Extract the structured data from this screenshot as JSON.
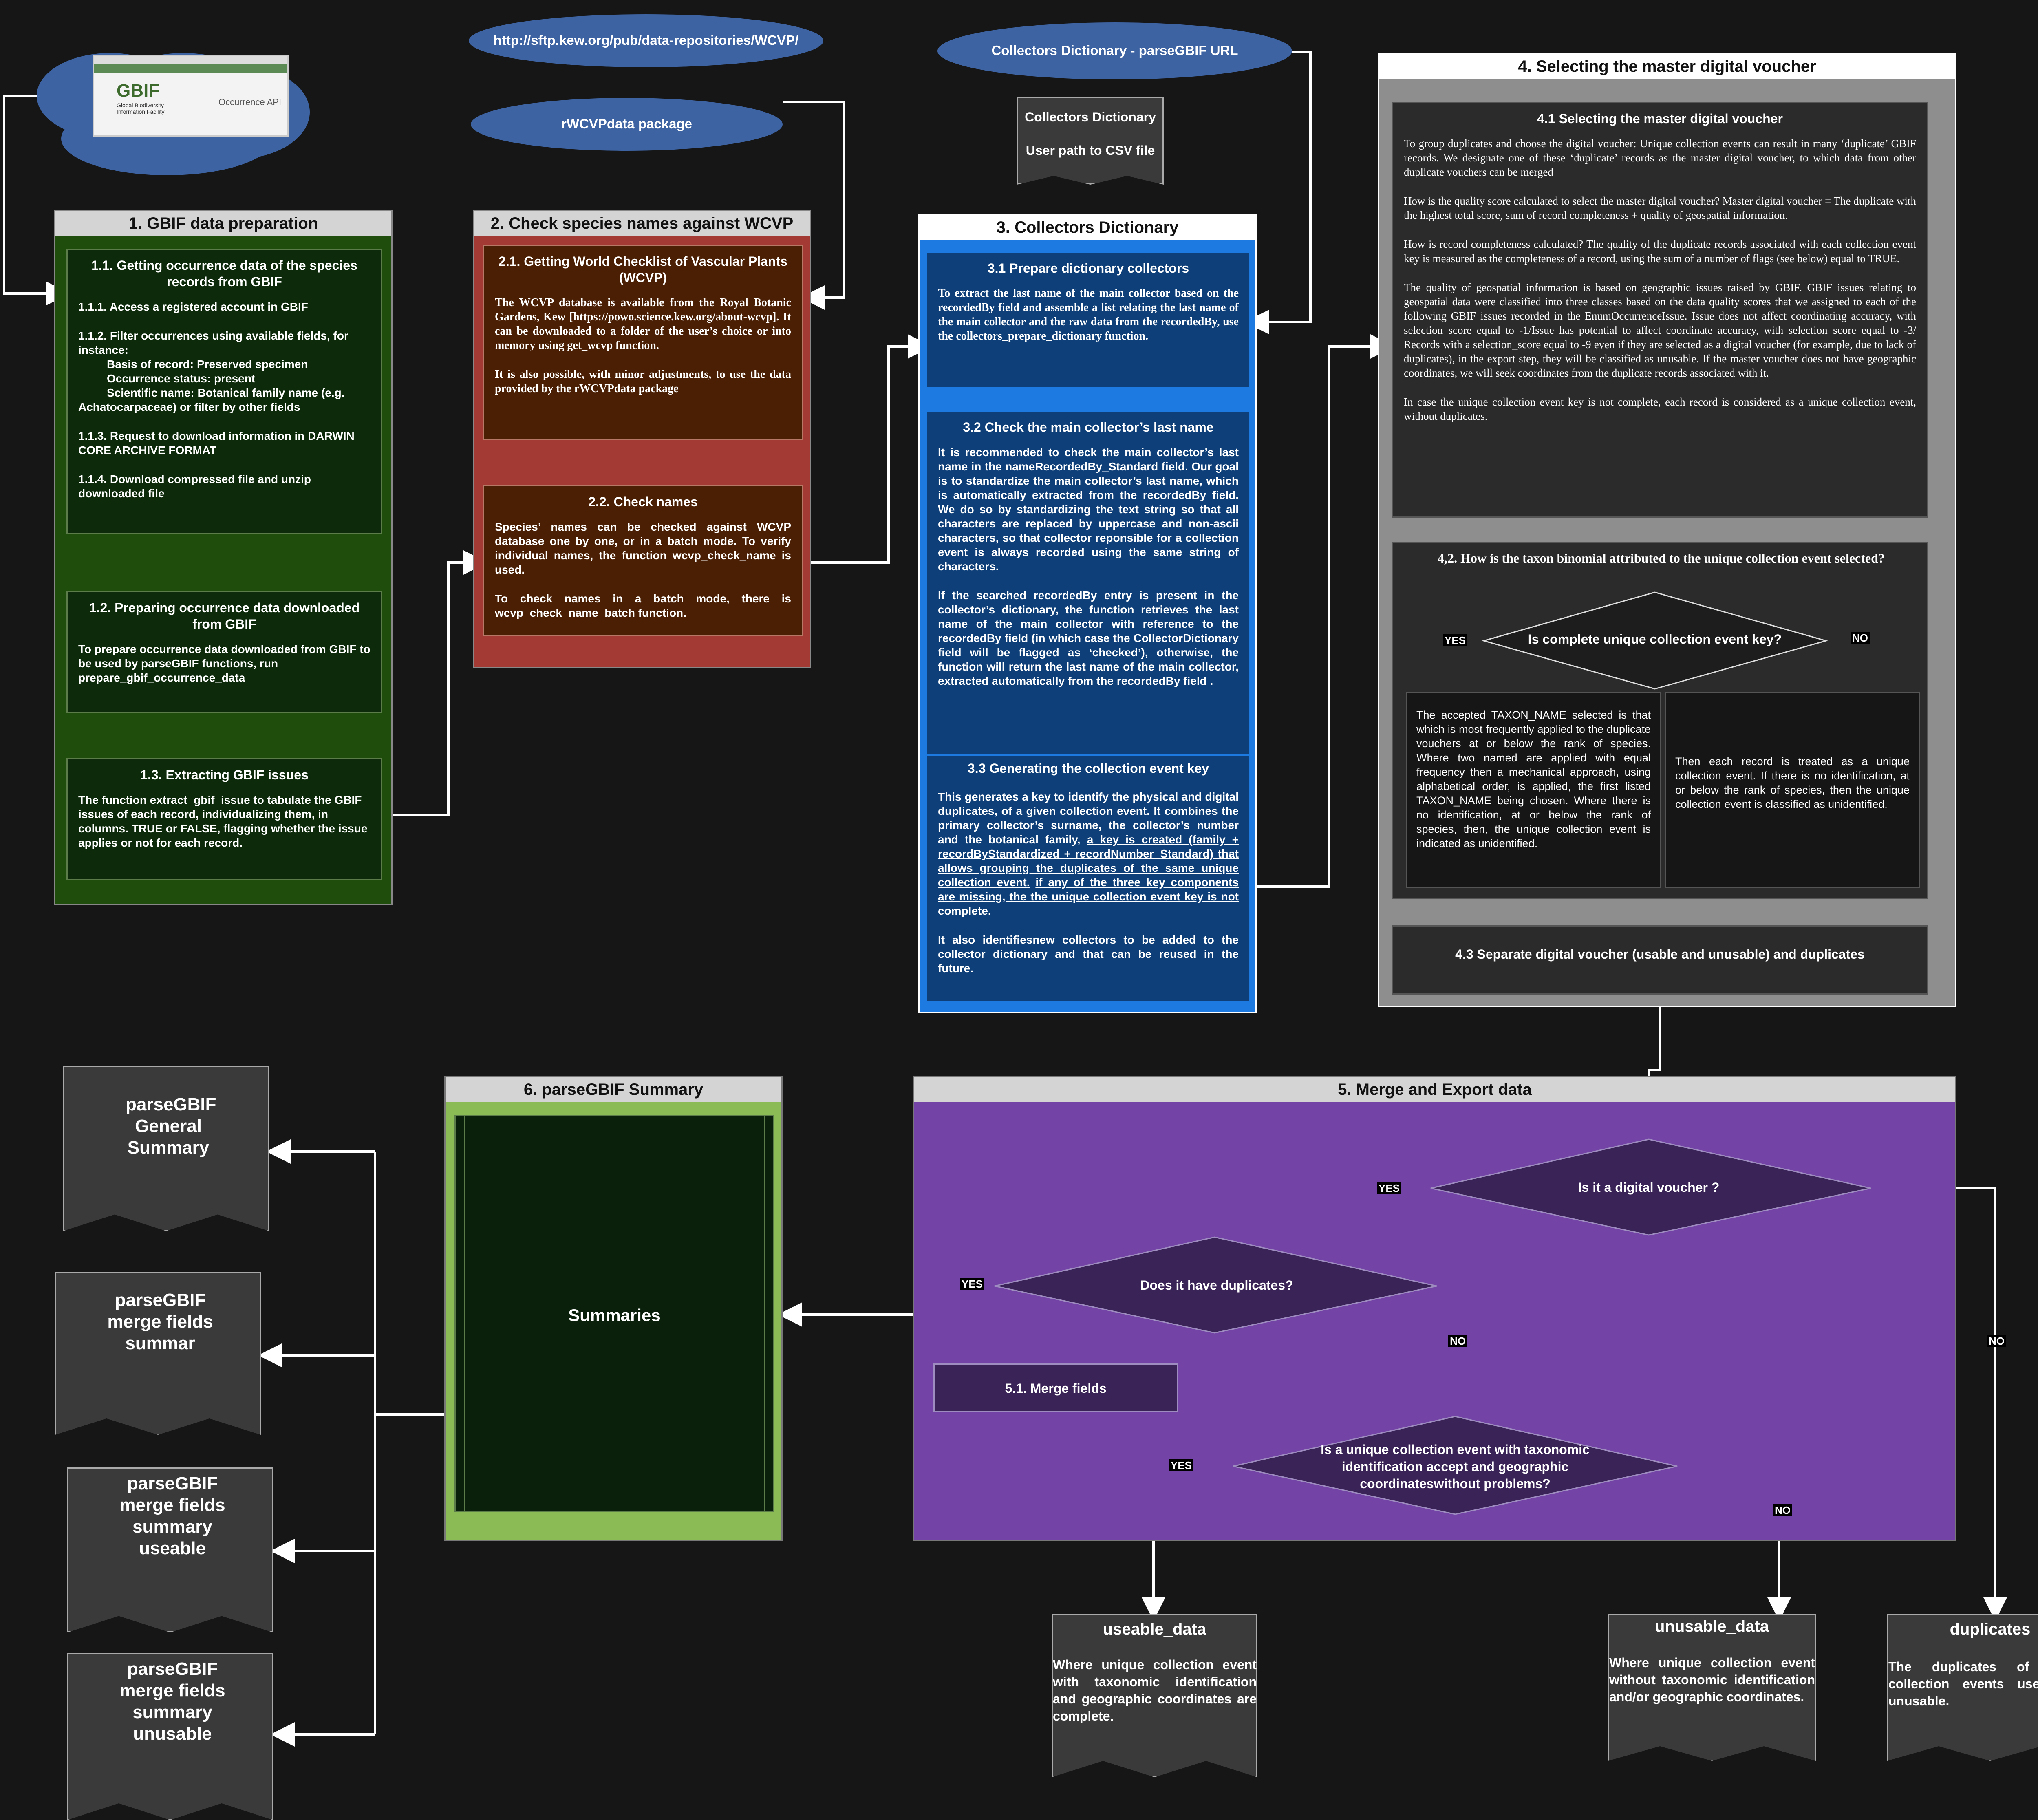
{
  "clouds": {
    "gbif_thumb": {
      "logo": "GBIF",
      "subtitle1": "Global Biodiversity",
      "subtitle2": "Information Facility",
      "api": "Occurrence API"
    },
    "sftp_url": "http://sftp.kew.org/pub/data-repositories/WCVP/",
    "rwcvp": "rWCVPdata package",
    "collectors_url": "Collectors Dictionary - parseGBIF URL"
  },
  "collectors_doc": {
    "line1": "Collectors Dictionary",
    "line2": "User path to CSV file"
  },
  "section1": {
    "title": "1. GBIF data preparation",
    "b11": {
      "heading": "1.1. Getting occurrence data of the species records from GBIF",
      "l1": "1.1.1. Access a registered account in GBIF",
      "l2": "1.1.2. Filter occurrences using available fields, for instance:",
      "l3": "Basis of record: Preserved specimen",
      "l4": "Occurrence status: present",
      "l5": "Scientific name: Botanical family name (e.g. Achatocarpaceae) or filter by other fields",
      "l6": "1.1.3. Request to download information in DARWIN CORE ARCHIVE FORMAT",
      "l7": "1.1.4. Download compressed file and unzip downloaded file"
    },
    "b12": {
      "heading": "1.2. Preparing occurrence data downloaded from GBIF",
      "body": "To prepare occurrence data downloaded from GBIF to be used by parseGBIF functions, run prepare_gbif_occurrence_data"
    },
    "b13": {
      "heading": "1.3. Extracting GBIF issues",
      "body": "The function extract_gbif_issue to tabulate the GBIF issues of each record, individualizing them, in columns. TRUE or FALSE, flagging whether the issue applies or not for each record."
    }
  },
  "section2": {
    "title": "2. Check species names against WCVP",
    "b21": {
      "heading": "2.1. Getting World Checklist of Vascular Plants (WCVP)",
      "p1": "The WCVP database is available from the Royal Botanic Gardens, Kew [https://powo.science.kew.org/about-wcvp]. It can be downloaded to a folder of the user’s choice or into memory using get_wcvp function.",
      "p2": "It is also possible, with minor adjustments, to use the data provided by the rWCVPdata package"
    },
    "b22": {
      "heading": "2.2. Check names",
      "p1": "Species’ names can be checked against WCVP database one by one, or in a batch mode. To verify individual names, the function wcvp_check_name is used.",
      "p2": "To check names in a batch mode, there is wcvp_check_name_batch function."
    }
  },
  "section3": {
    "title": "3. Collectors Dictionary",
    "b31": {
      "heading": "3.1 Prepare dictionary collectors",
      "body": "To extract the last name of the main collector based on the recordedBy field and assemble a list relating the last name of the main collector and the raw data from the recordedBy, use the collectors_prepare_dictionary function."
    },
    "b32": {
      "heading": "3.2 Check the main collector’s last name",
      "p1": "It is recommended to check the main collector’s last name in the nameRecordedBy_Standard field. Our goal is to standardize the main collector’s last name, which is automatically extracted from the recordedBy field. We do so by standardizing the text string so that all characters are replaced by uppercase and non-ascii characters, so that collector reponsible for a collection event is always recorded using the same string of characters.",
      "p2": "If the searched recordedBy entry is present in the collector’s dictionary, the function retrieves the last name of the main collector with reference to the recordedBy field (in which case the CollectorDictionary field will be flagged as ‘checked’), otherwise, the function will return the last name of the main collector, extracted automatically from the recordedBy field ."
    },
    "b33": {
      "heading": "3.3 Generating the collection event key",
      "p1a": "This generates a key to identify the physical and digital duplicates, of a given collection event. It combines the primary collector’s surname, the collector’s number and the botanical family,",
      "p1b": "a key is created (family + recordByStandardized + recordNumber_Standard) that allows grouping the duplicates of the same unique collection event.",
      "p1c": "if any of the three key components are missing, the the unique collection event key is not complete.",
      "p2": "It also identifiesnew collectors to be added to the collector dictionary and that can be reused in the future."
    }
  },
  "section4": {
    "title": "4. Selecting the master digital voucher",
    "b41": {
      "heading": "4.1 Selecting the master digital voucher",
      "p1": "To group duplicates and choose the digital voucher: Unique collection events can result in many ‘duplicate’ GBIF records. We designate one of these ‘duplicate’ records as the master digital voucher, to which data from other duplicate vouchers can be merged",
      "p2": "How is the quality score calculated to select the master digital voucher? Master digital voucher = The duplicate with the highest total score, sum of record completeness + quality of geospatial information.",
      "p3": "How is record completeness calculated? The quality of the duplicate records associated with each collection event key is measured as the completeness of a record, using the sum of a number of flags (see below) equal to TRUE.",
      "p4": "The quality of geospatial information is based on geographic issues raised by GBIF. GBIF issues relating to geospatial data were classified into three classes based on the data quality scores that we assigned to each of the following GBIF issues recorded in the EnumOccurrenceIssue. Issue does not affect coordinating accuracy, with selection_score equal to -1/Issue has potential to affect coordinate accuracy, with selection_score equal to -3/ Records with a selection_score equal to -9 even if they are selected as a digital voucher (for example, due to lack of duplicates), in the export step, they will be classified as unusable. If the master voucher does not have geographic coordinates, we will seek coordinates from the duplicate records associated with it.",
      "p5": "In case the unique collection event key is not complete, each record is considered as a unique collection event, without duplicates."
    },
    "b42": {
      "heading": "4,2. How is the taxon binomial attributed to the unique collection event selected?",
      "decision": "Is complete unique collection event key?",
      "yes": "YES",
      "no": "NO",
      "left": "The accepted TAXON_NAME selected is that which is most frequently applied to the duplicate vouchers at or below the rank of species. Where two named are applied with equal frequency then a mechanical approach, using alphabetical order, is applied, the first listed TAXON_NAME being chosen. Where there is no identification, at or below the rank of species, then, the unique collection event is indicated as unidentified.",
      "right": "Then each record is treated as a unique collection event. If there is no identification, at or below the rank of species, then the unique collection event is classified as unidentified."
    },
    "b43": {
      "heading": "4.3 Separate digital voucher (usable and unusable) and duplicates"
    }
  },
  "section5": {
    "title": "5. Merge and Export data",
    "d1": "Is it a digital voucher ?",
    "d2": "Does it have duplicates?",
    "merge": "5.1. Merge fields",
    "d3": "Is a unique collection event with taxonomic identification accept and geographic coordinateswithout problems?",
    "yes": "YES",
    "no": "NO"
  },
  "section6": {
    "title": "6. parseGBIF Summary",
    "summaries": "Summaries"
  },
  "outputs": {
    "useable": {
      "title": "useable_data",
      "body": "Where unique collection event with taxonomic identification and geographic coordinates are complete."
    },
    "unusable": {
      "title": "unusable_data",
      "body": "Where unique collection event without taxonomic identification and/or geographic coordinates."
    },
    "duplicates": {
      "title": "duplicates",
      "body": "The duplicates of unique collection events useable or unusable."
    }
  },
  "summary_docs": {
    "general": "parseGBIF General Summary",
    "merge": "parseGBIF merge fields summar",
    "useable": "parseGBIF merge fields summary useable",
    "unusable": "parseGBIF merge fields summary unusable"
  },
  "colors": {
    "background": "#161616",
    "section1": "#1f4d0c",
    "section2": "#a33a34",
    "section3": "#1c7ae0",
    "section4": "#8e8e8e",
    "section5": "#7343a6",
    "section6": "#8bbb55",
    "cloud": "#3e63a2"
  }
}
